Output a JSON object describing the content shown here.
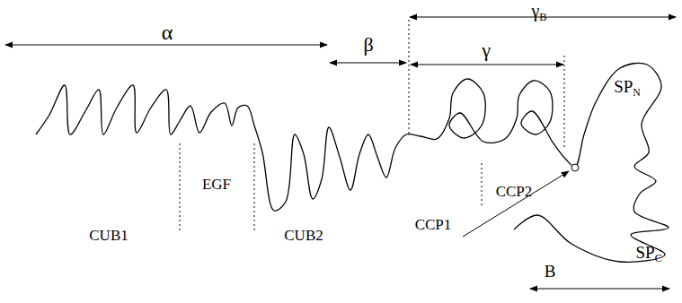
{
  "diagram": {
    "labels": [
      "γB",
      "α",
      "β",
      "γ",
      "SPN",
      "EGF",
      "CUB1",
      "CUB2",
      "CCP1",
      "CCP2",
      "SPC",
      "B"
    ]
  }
}
